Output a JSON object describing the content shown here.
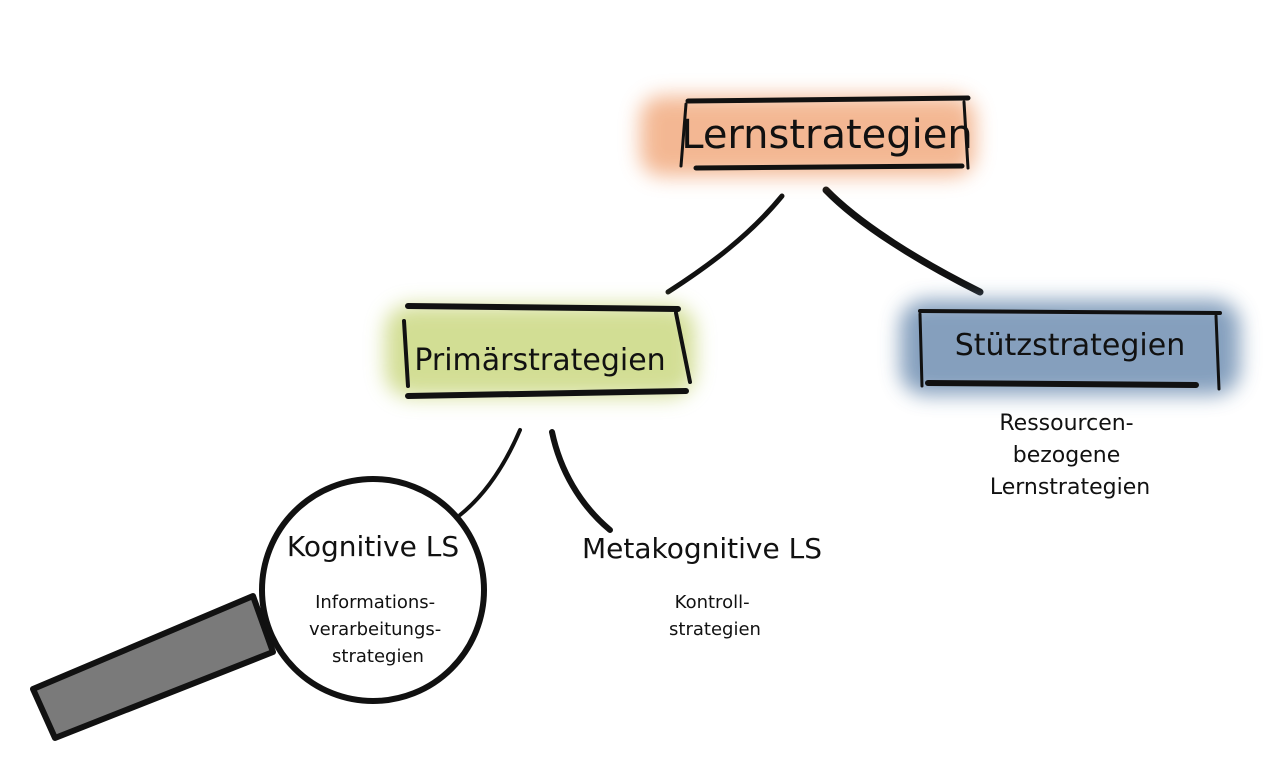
{
  "diagram": {
    "root": {
      "label": "Lernstrategien",
      "color": "#f0a070"
    },
    "primary": {
      "label": "Primärstrategien",
      "color": "#c8d67a"
    },
    "support": {
      "label": "Stützstrategien",
      "description_lines": [
        "Ressourcen-",
        "bezogene",
        "Lernstrategien"
      ],
      "color": "#6f8fb2"
    },
    "cognitive": {
      "label": "Kognitive LS",
      "description_lines": [
        "Informations-",
        "verarbeitungs-",
        "strategien"
      ]
    },
    "metacognitive": {
      "label": "Metakognitive LS",
      "description_lines": [
        "Kontroll-",
        "strategien"
      ]
    },
    "magnifier": {
      "icon": "magnifier-icon",
      "handle_color": "#7a7a7a"
    },
    "line_color": "#111111"
  }
}
